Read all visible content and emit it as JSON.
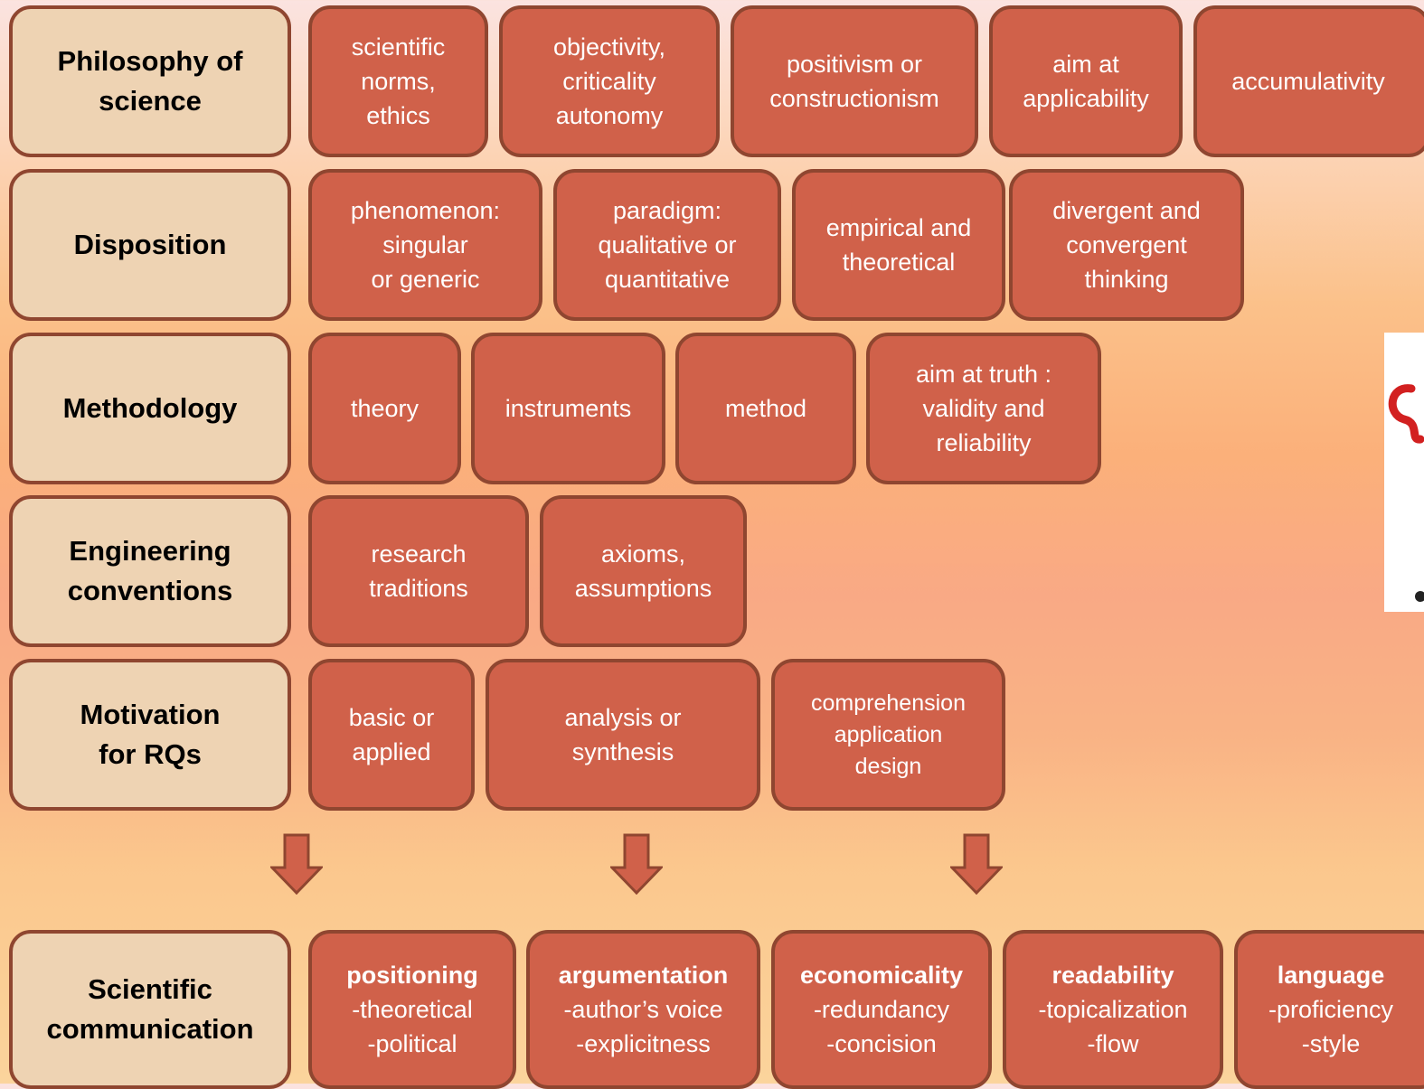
{
  "rows": [
    {
      "label": "Philosophy of\nscience",
      "items": [
        "scientific\nnorms,\nethics",
        "objectivity,\ncriticality\nautonomy",
        "positivism or\nconstructionism",
        "aim at\napplicability",
        "accumulativity"
      ]
    },
    {
      "label": "Disposition",
      "items": [
        "phenomenon:\nsingular\nor generic",
        "paradigm:\nqualitative or\nquantitative",
        "empirical and\ntheoretical",
        "divergent and\nconvergent\nthinking"
      ]
    },
    {
      "label": "Methodology",
      "items": [
        "theory",
        "instruments",
        "method",
        "aim at truth :\nvalidity and\nreliability"
      ]
    },
    {
      "label": "Engineering\nconventions",
      "items": [
        "research\ntraditions",
        "axioms,\nassumptions"
      ]
    },
    {
      "label": "Motivation\nfor RQs",
      "items": [
        "basic or\napplied",
        "analysis or\nsynthesis",
        "comprehension\napplication\ndesign"
      ]
    }
  ],
  "communication": {
    "label": "Scientific\ncommunication",
    "items": [
      {
        "title": "positioning",
        "lines": [
          "-theoretical",
          "-political"
        ]
      },
      {
        "title": "argumentation",
        "lines": [
          "-author’s voice",
          "-explicitness"
        ]
      },
      {
        "title": "economicality",
        "lines": [
          "-redundancy",
          "-concision"
        ]
      },
      {
        "title": "readability",
        "lines": [
          "-topicalization",
          "-flow"
        ]
      },
      {
        "title": "language",
        "lines": [
          "-proficiency",
          "-style"
        ]
      }
    ]
  },
  "colors": {
    "label_fill": "#eed3b3",
    "item_fill": "#d0614a",
    "border": "#8f4630",
    "arrow_fill": "#d0614a"
  },
  "icons": [
    "down-arrow-icon",
    "down-arrow-icon",
    "down-arrow-icon"
  ]
}
